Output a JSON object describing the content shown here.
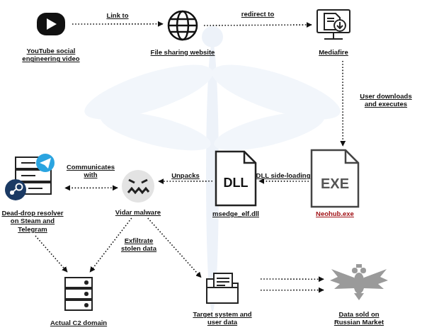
{
  "diagram": {
    "nodes": [
      {
        "text": [
          "YouTube social engineering video"
        ]
      },
      {
        "text": [
          "File sharing website"
        ]
      },
      {
        "text": [
          "Mediafire"
        ]
      },
      {
        "text": [
          "Dead-drop resolver on Steam and Telegram"
        ]
      },
      {
        "text": [
          "Vidar malware"
        ]
      },
      {
        "text": [
          "DLL",
          "msedge_elf.dll"
        ]
      },
      {
        "text": [
          "EXE",
          "Neohub.exe"
        ]
      },
      {
        "text": [
          "Actual C2 domain"
        ]
      },
      {
        "text": [
          "Target system and user data"
        ]
      },
      {
        "text": [
          "Data sold on Russian Market"
        ]
      }
    ],
    "edges": [
      {
        "from": 0,
        "to": 1,
        "arrow": "to",
        "label": "Link to"
      },
      {
        "from": 1,
        "to": 2,
        "arrow": "to",
        "label": "redirect to"
      },
      {
        "from": 2,
        "to": 6,
        "arrow": "to",
        "label": "User downloads and executes"
      },
      {
        "from": 6,
        "to": 5,
        "arrow": "to",
        "label": "DLL side-loading"
      },
      {
        "from": 5,
        "to": 4,
        "arrow": "to",
        "label": "Unpacks"
      },
      {
        "from": 4,
        "to": 3,
        "arrow": "both",
        "label": "Communicates with"
      },
      {
        "from": 3,
        "to": 7,
        "arrow": "to"
      },
      {
        "from": 4,
        "to": 7,
        "arrow": "to",
        "label": "Exfiltrate stolen data"
      },
      {
        "from": 4,
        "to": 8,
        "arrow": "to"
      },
      {
        "from": 8,
        "to": 9,
        "arrow": "to"
      },
      {
        "from": 8,
        "to": 9,
        "arrow": "to"
      }
    ]
  }
}
